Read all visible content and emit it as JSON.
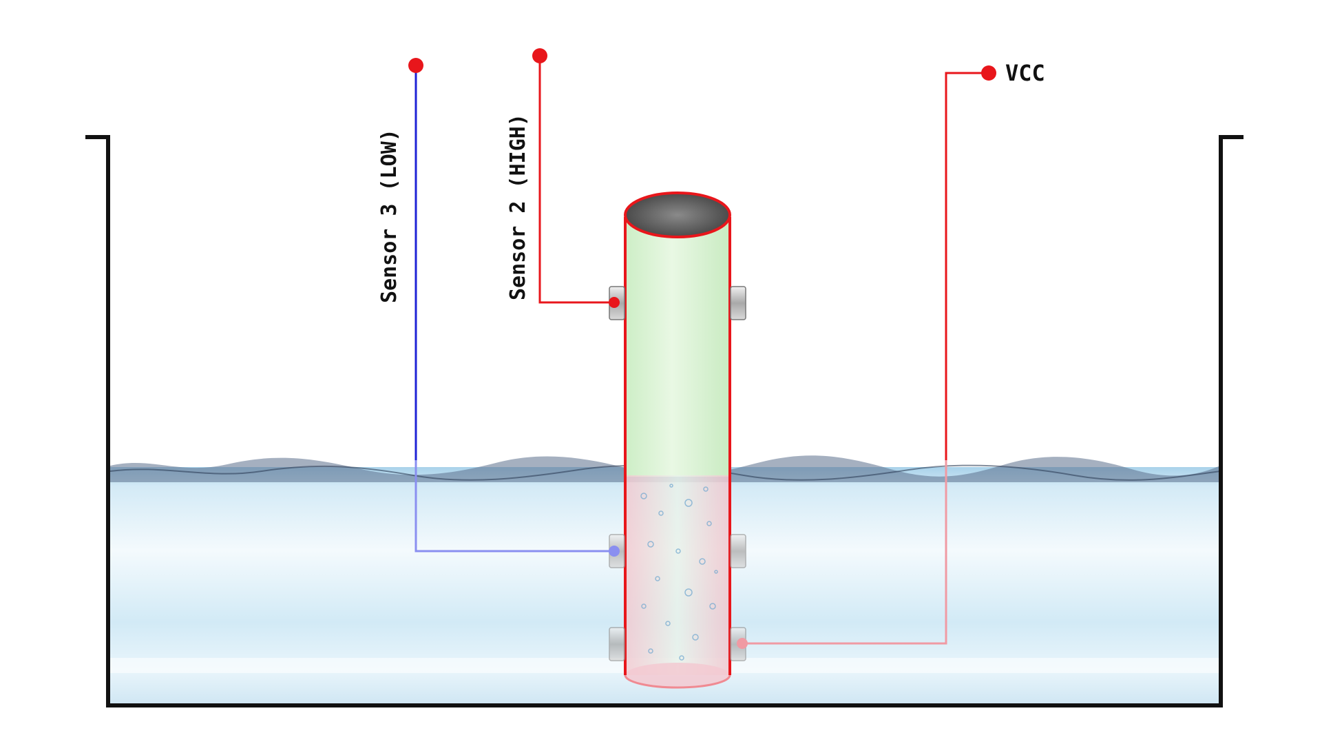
{
  "labels": {
    "sensor_low": "Sensor 3 (LOW)",
    "sensor_high": "Sensor 2 (HIGH)",
    "vcc": "VCC"
  },
  "colors": {
    "wire_red": "#e8161b",
    "wire_blue": "#1e22d6",
    "tank_outline": "#111111",
    "tube_fill": "#d8f3d2",
    "water_top": "#bfdff0",
    "water_bottom": "#e8f5fb"
  }
}
